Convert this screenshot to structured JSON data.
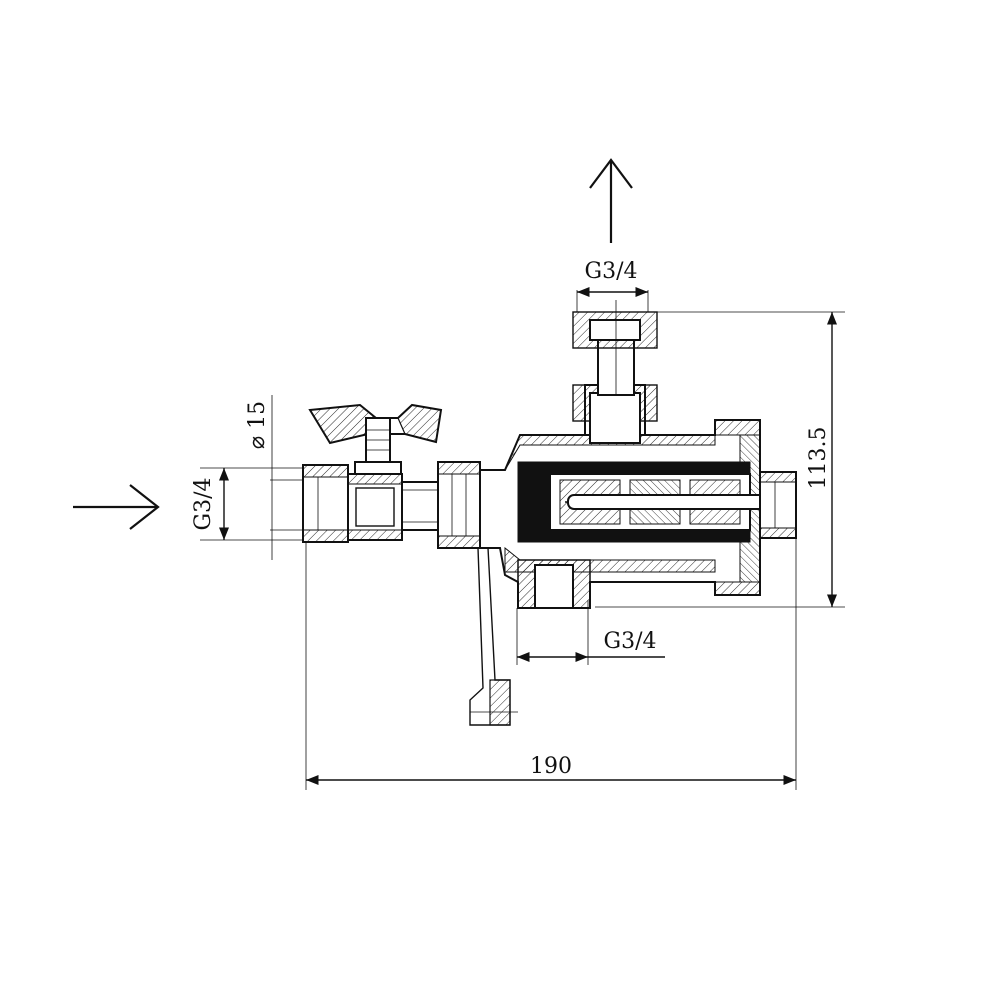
{
  "drawing": {
    "dimensions": {
      "outlet_thread": "G3/4",
      "inlet_thread": "G3/4",
      "bottom_thread": "G3/4",
      "pipe_diameter": "⌀ 15",
      "overall_length": "190",
      "overall_height": "113.5"
    },
    "flow_arrows": [
      {
        "direction": "right",
        "role": "inlet"
      },
      {
        "direction": "up",
        "role": "outlet"
      }
    ],
    "icons": [
      "arrow-right-icon",
      "arrow-up-icon"
    ],
    "colors": {
      "line": "#111111",
      "background": "#ffffff"
    }
  }
}
